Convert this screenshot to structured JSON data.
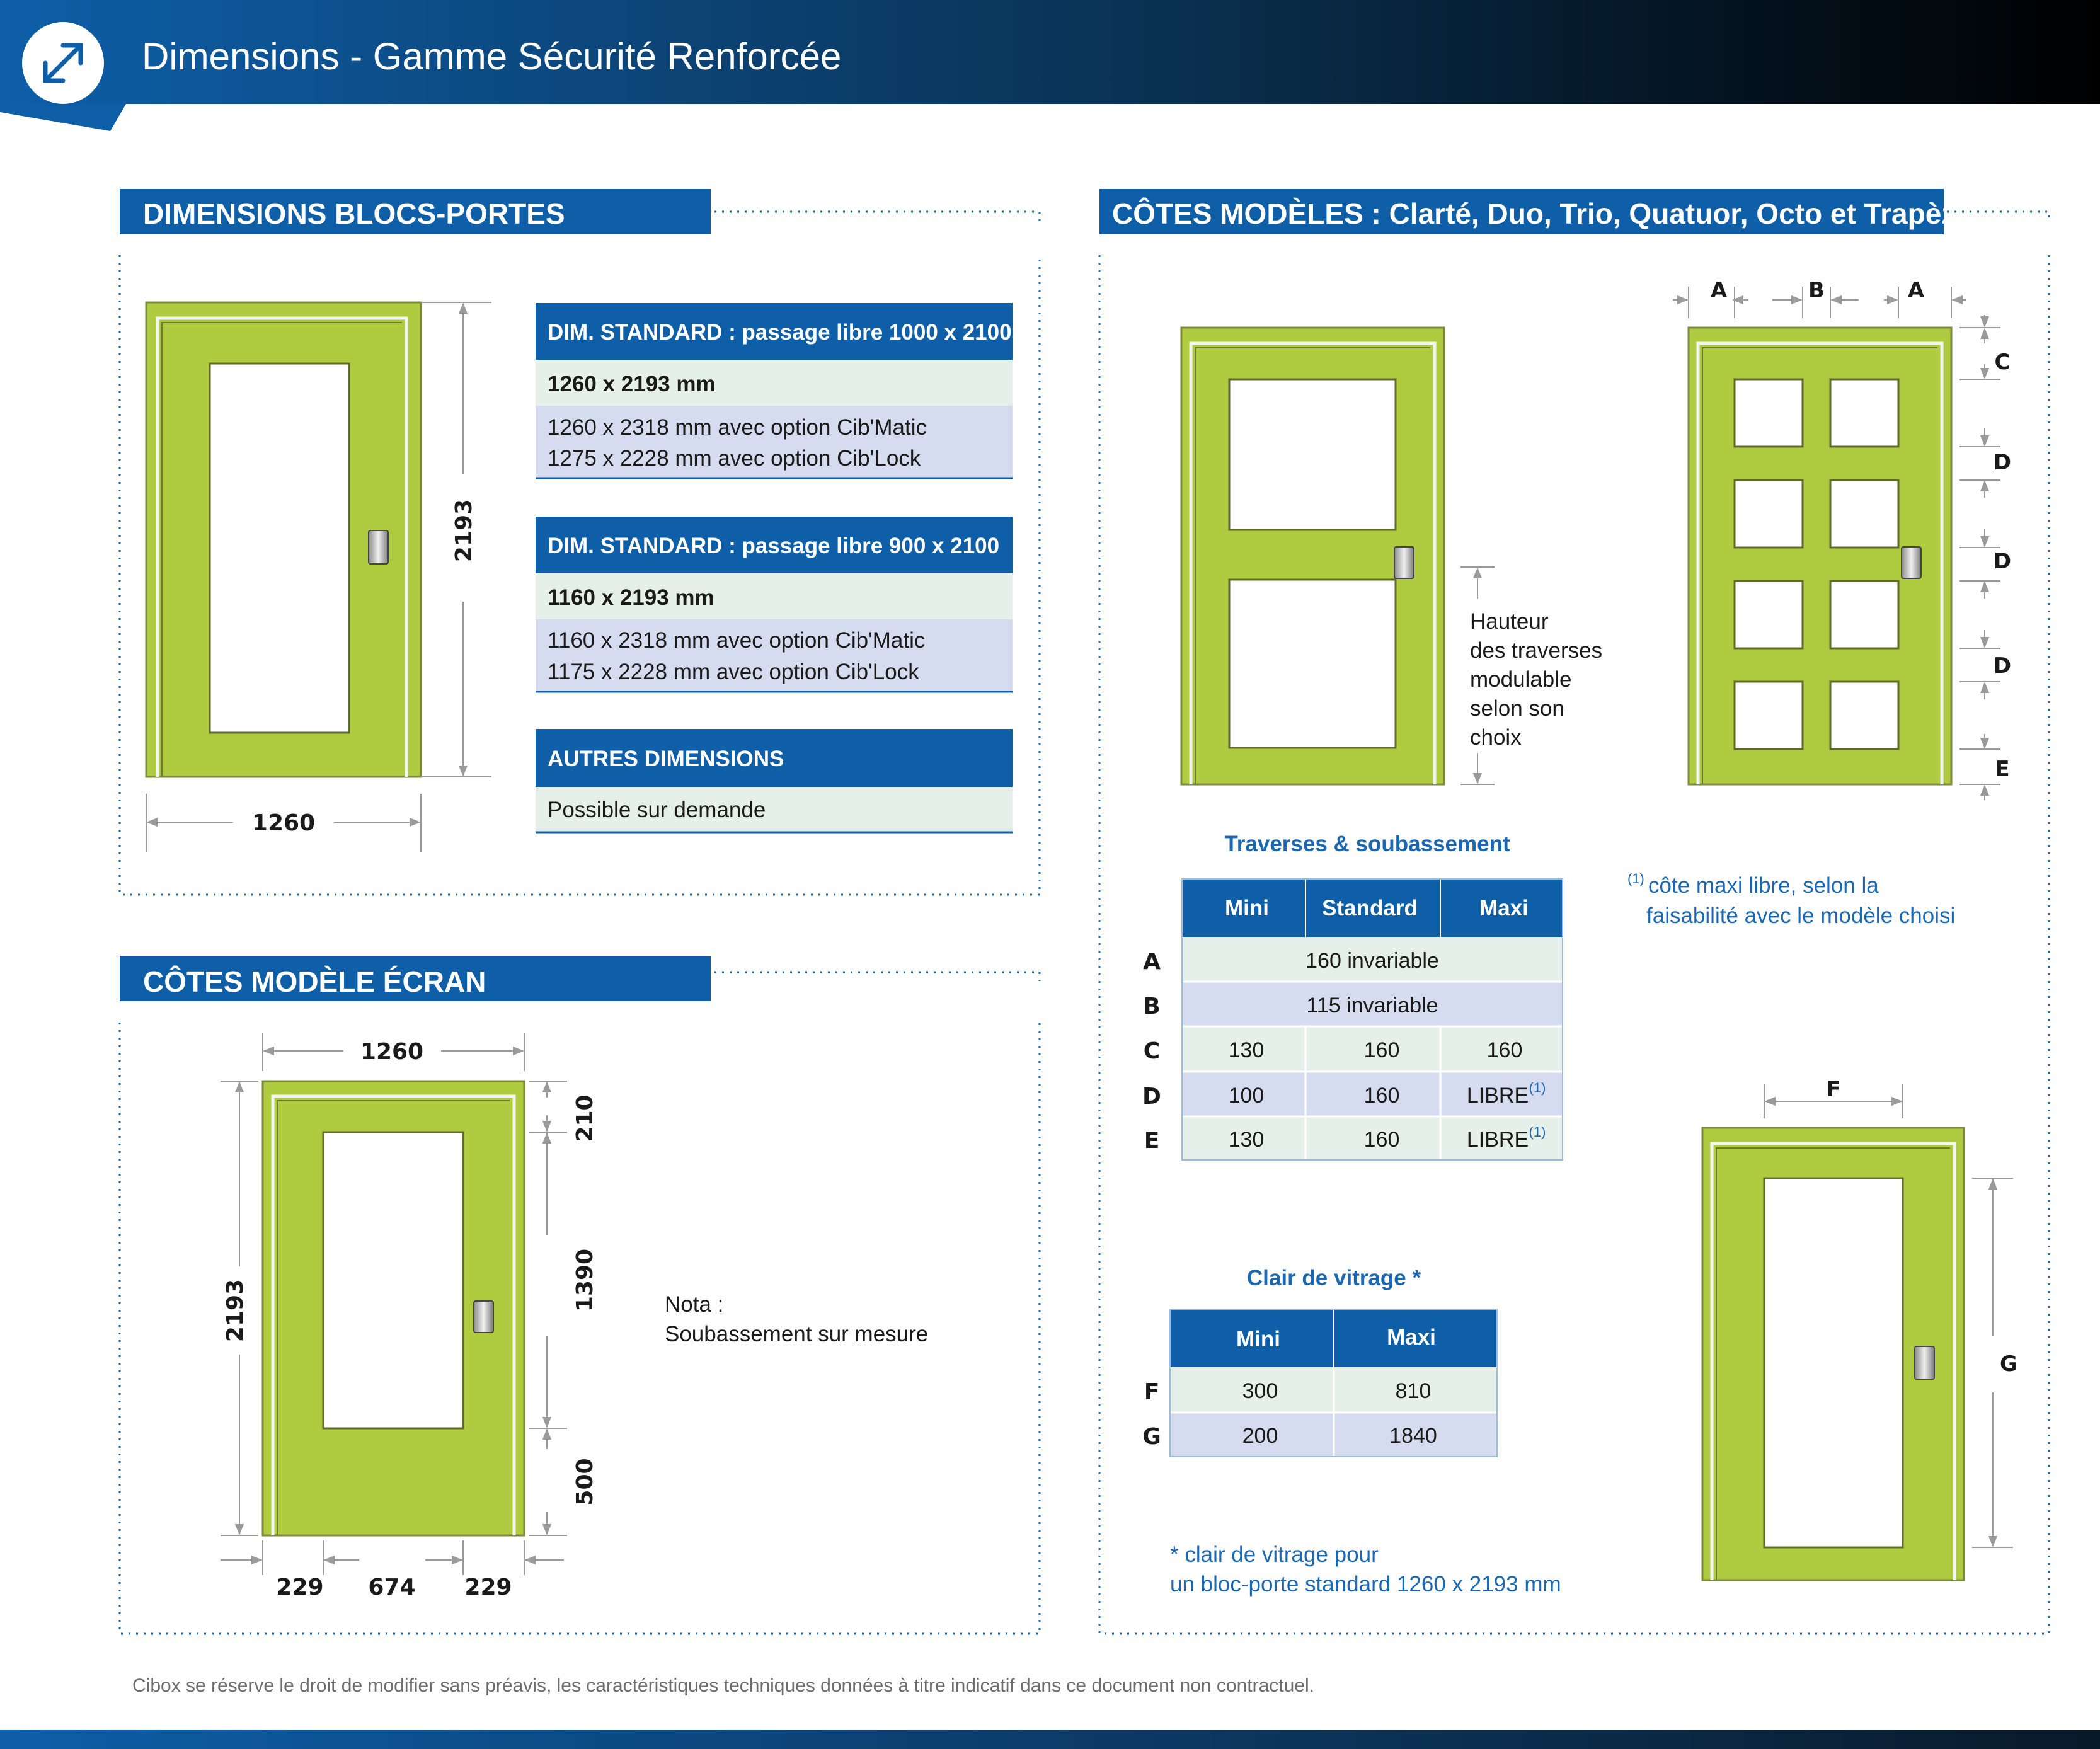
{
  "header": {
    "title": "Dimensions - Gamme Sécurité Renforcée",
    "icon": "resize-diagonal-arrows-icon",
    "colors": {
      "dark": "#0b1c2c",
      "blue": "#0e5ea8",
      "door_green": "#afcb3f"
    }
  },
  "blocs_portes": {
    "title": "DIMENSIONS BLOCS-PORTES",
    "height_label": "2193",
    "width_label": "1260",
    "cards": [
      {
        "header": "DIM. STANDARD : passage libre 1000 x 2100",
        "main": "1260 x 2193 mm",
        "options": [
          "1260 x 2318 mm avec option Cib'Matic",
          "1275 x 2228 mm avec option Cib'Lock"
        ]
      },
      {
        "header": "DIM. STANDARD : passage libre 900 x 2100",
        "main": "1160 x 2193 mm",
        "options": [
          "1160 x 2318 mm avec option Cib'Matic",
          "1175 x 2228 mm avec option Cib'Lock"
        ]
      },
      {
        "header": "AUTRES DIMENSIONS",
        "value": "Possible sur demande"
      }
    ]
  },
  "ecran": {
    "title": "CÔTES MODÈLE ÉCRAN",
    "width_label": "1260",
    "height_label": "2193",
    "top_label": "210",
    "glass_label": "1390",
    "bottom_label": "500",
    "bottom_dims": [
      "229",
      "674",
      "229"
    ],
    "note_title": "Nota :",
    "note_text": "Soubassement sur mesure"
  },
  "modeles": {
    "title": "CÔTES MODÈLES : Clarté, Duo, Trio, Quatuor, Octo et Trapèze",
    "traverse_note": [
      "Hauteur",
      "des traverses",
      "modulable",
      "selon son",
      "choix"
    ],
    "letters_top": [
      "A",
      "B",
      "A"
    ],
    "letters_side": [
      "C",
      "D",
      "D",
      "D",
      "E"
    ],
    "footnote": [
      "côte maxi libre, selon  la",
      "faisabilité avec le modèle choisi"
    ],
    "footnote_mark": "(1)",
    "table1": {
      "title": "Traverses & soubassement",
      "headers": [
        "Mini",
        "Standard",
        "Maxi"
      ],
      "rows": [
        {
          "label": "A",
          "merged": "160 invariable"
        },
        {
          "label": "B",
          "merged": "115 invariable"
        },
        {
          "label": "C",
          "cells": [
            "130",
            "160",
            "160"
          ]
        },
        {
          "label": "D",
          "cells": [
            "100",
            "160",
            "LIBRE"
          ]
        },
        {
          "label": "E",
          "cells": [
            "130",
            "160",
            "LIBRE"
          ]
        }
      ]
    },
    "table2": {
      "title": "Clair de vitrage *",
      "headers": [
        "Mini",
        "Maxi"
      ],
      "rows": [
        {
          "label": "F",
          "cells": [
            "300",
            "810"
          ]
        },
        {
          "label": "G",
          "cells": [
            "200",
            "1840"
          ]
        }
      ]
    },
    "glass_note": [
      "* clair de vitrage pour",
      "un bloc-porte standard 1260 x 2193 mm"
    ],
    "f_label": "F",
    "g_label": "G"
  },
  "footer": "Cibox se réserve le droit de modifier sans préavis, les caractéristiques techniques données à titre indicatif dans ce document non contractuel."
}
